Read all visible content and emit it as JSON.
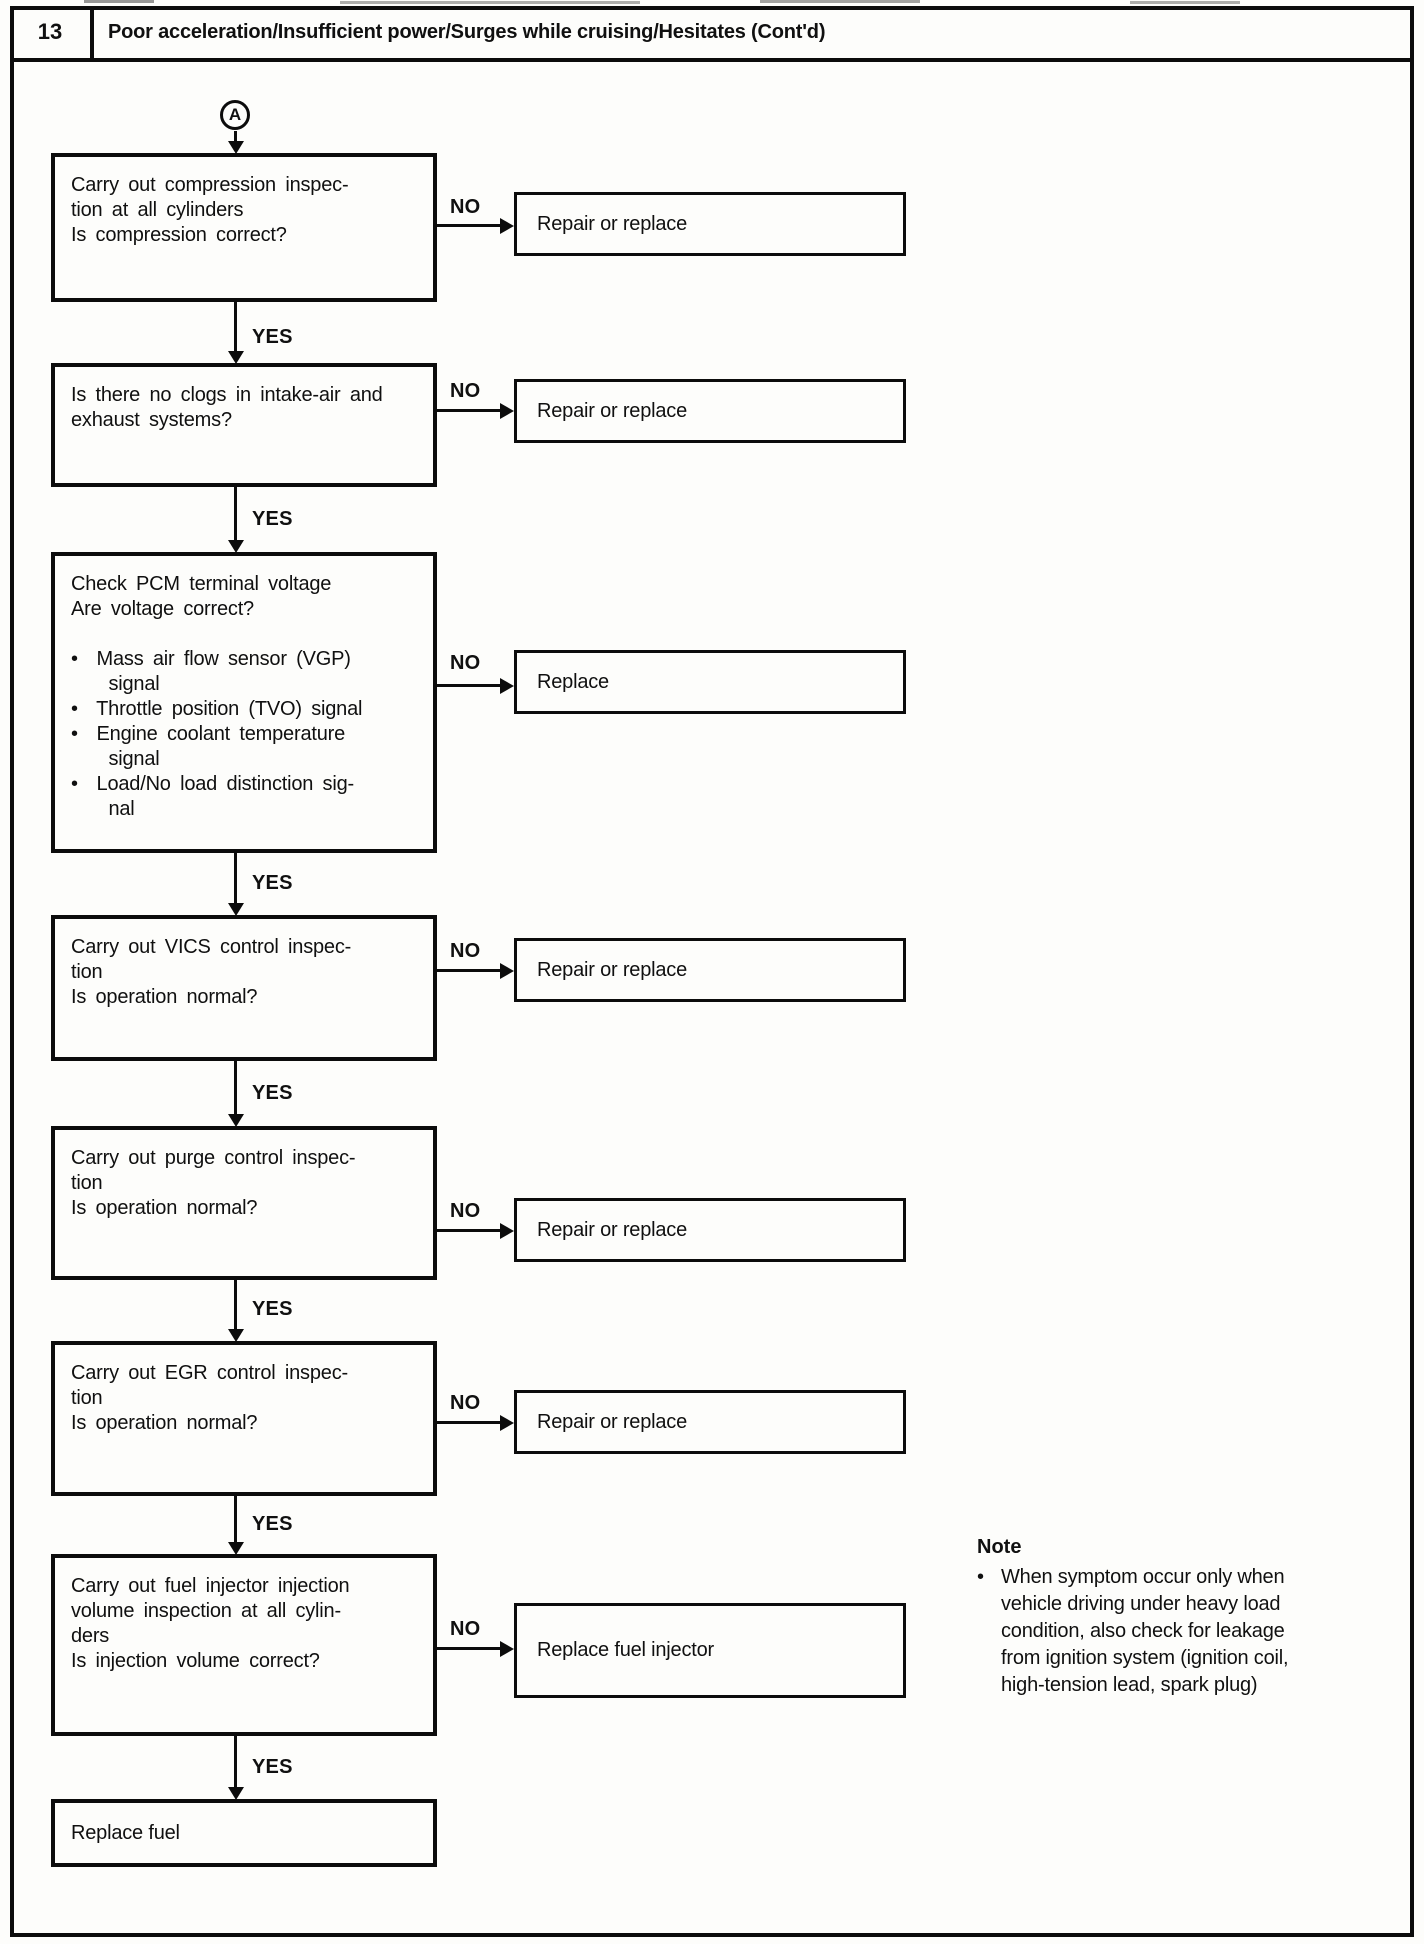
{
  "header": {
    "page_number": "13",
    "title": "Poor acceleration/Insufficient power/Surges while cruising/Hesitates (Cont'd)"
  },
  "connector": {
    "label": "A"
  },
  "flow": {
    "yes_label": "YES",
    "no_label": "NO",
    "steps": [
      {
        "question": "Carry out compression inspec-\ntion at all cylinders\nIs compression correct?",
        "no_result": "Repair or replace"
      },
      {
        "question": "Is there no clogs in intake-air and\nexhaust systems?",
        "no_result": "Repair or replace"
      },
      {
        "question": "Check PCM terminal voltage\nAre voltage correct?\n\n•  Mass air flow sensor (VGP)\n    signal\n•  Throttle position (TVO) signal\n•  Engine coolant temperature\n    signal\n•  Load/No load distinction sig-\n    nal",
        "no_result": "Replace"
      },
      {
        "question": "Carry out VICS control inspec-\ntion\nIs operation normal?",
        "no_result": "Repair or replace"
      },
      {
        "question": "Carry out purge control inspec-\ntion\nIs operation normal?",
        "no_result": "Repair or replace"
      },
      {
        "question": "Carry out EGR control inspec-\ntion\nIs operation normal?",
        "no_result": "Repair or replace"
      },
      {
        "question": "Carry out fuel injector injection\nvolume inspection at all cylin-\nders\nIs injection volume correct?",
        "no_result": "Replace fuel injector"
      }
    ],
    "final_action": "Replace fuel"
  },
  "note": {
    "heading": "Note",
    "bullet": "•",
    "text": "When symptom occur only when\nvehicle driving under heavy load\ncondition, also check for leakage\nfrom ignition system (ignition coil,\nhigh-tension lead, spark plug)"
  }
}
